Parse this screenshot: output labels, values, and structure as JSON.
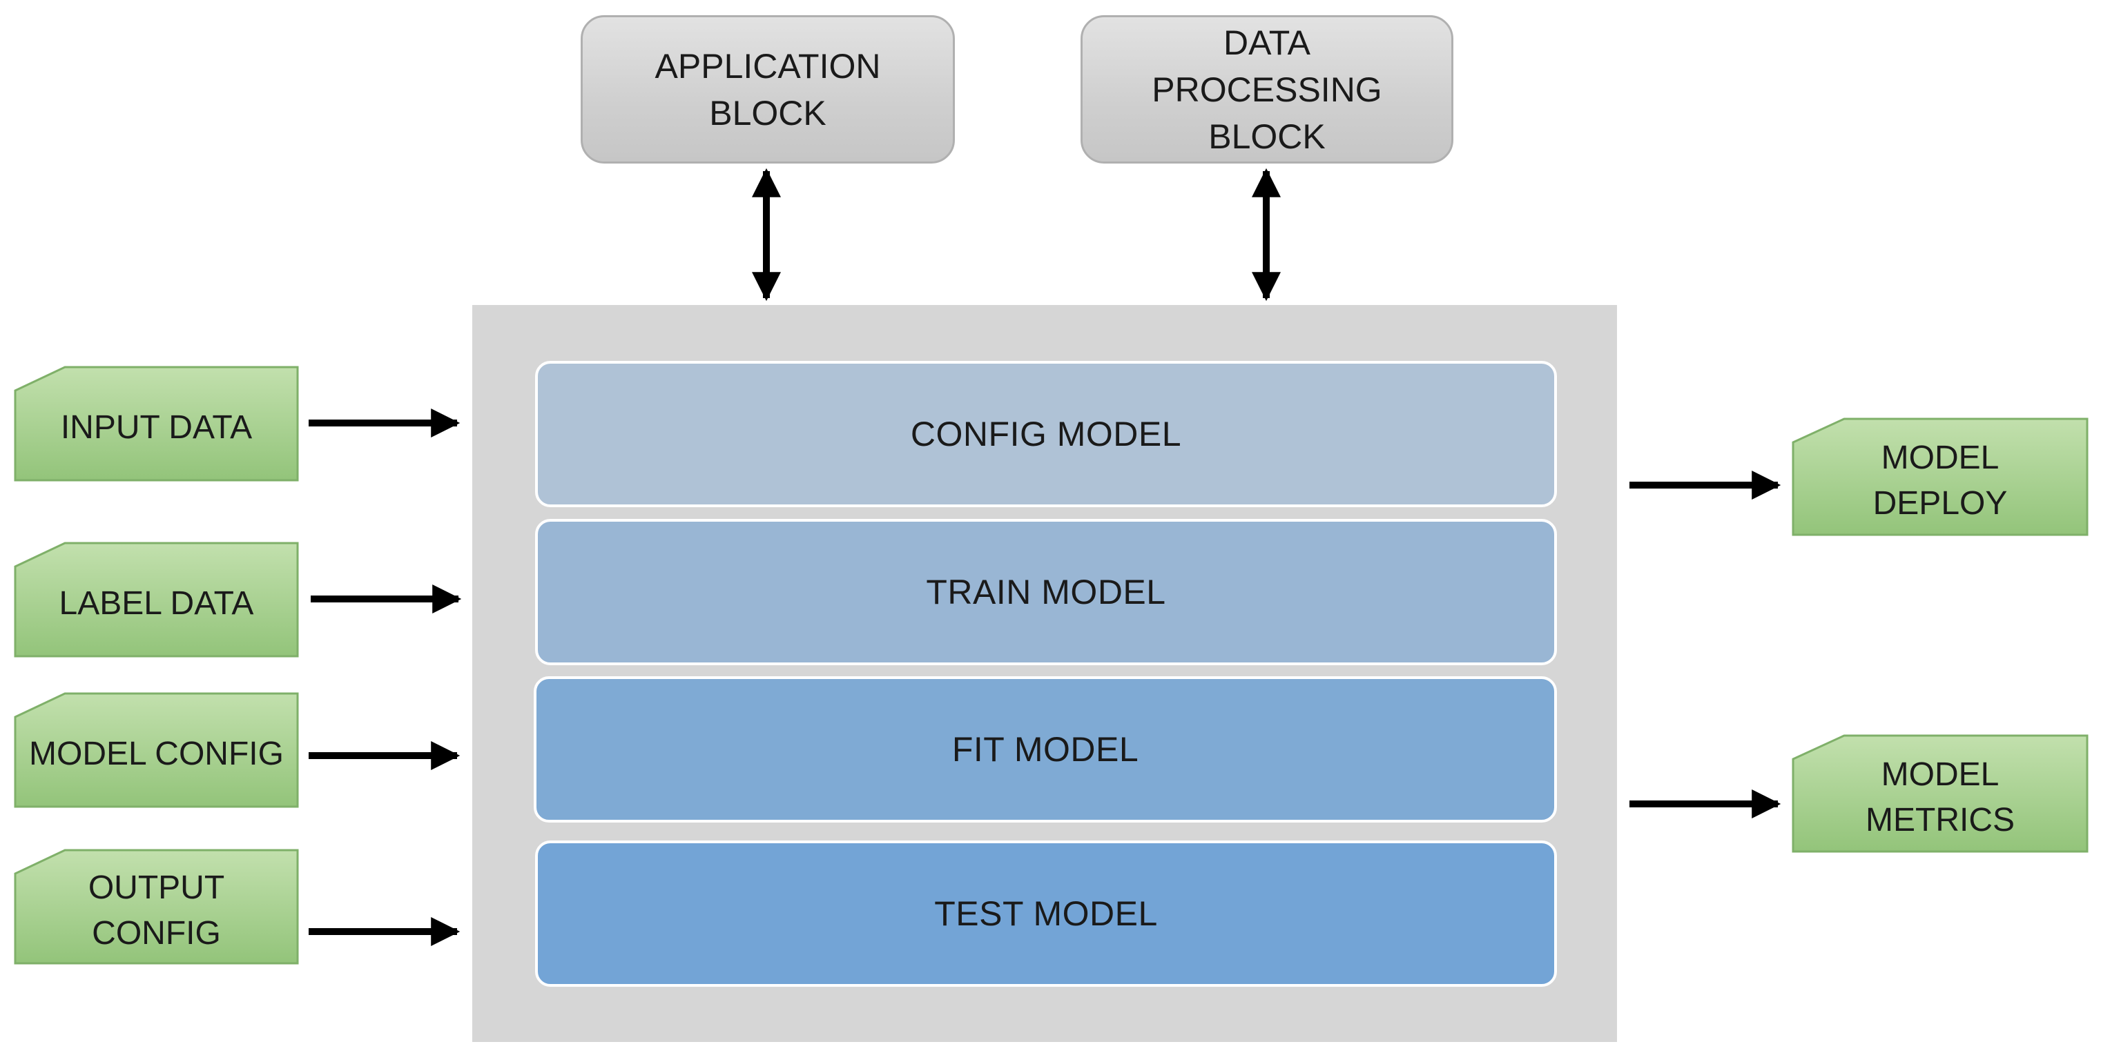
{
  "top_blocks": {
    "application": {
      "lines": [
        "APPLICATION",
        "BLOCK"
      ]
    },
    "data_processing": {
      "lines": [
        "DATA",
        "PROCESSING",
        "BLOCK"
      ]
    }
  },
  "engine": {
    "layers": [
      {
        "label": "CONFIG MODEL",
        "color": "#afc2d6"
      },
      {
        "label": "TRAIN MODEL",
        "color": "#99b6d4"
      },
      {
        "label": "FIT MODEL",
        "color": "#7faad4"
      },
      {
        "label": "TEST MODEL",
        "color": "#73a4d6"
      }
    ]
  },
  "inputs": [
    {
      "lines": [
        "INPUT DATA"
      ]
    },
    {
      "lines": [
        "LABEL DATA"
      ]
    },
    {
      "lines": [
        "MODEL CONFIG"
      ]
    },
    {
      "lines": [
        "OUTPUT",
        "CONFIG"
      ]
    }
  ],
  "outputs": [
    {
      "lines": [
        "MODEL",
        "DEPLOY"
      ]
    },
    {
      "lines": [
        "MODEL",
        "METRICS"
      ]
    }
  ],
  "colors": {
    "doc_fill_top": "#c2e0ad",
    "doc_fill_bottom": "#93c47a",
    "doc_border": "#7fb069",
    "engine_bg": "#d6d6d6",
    "arrow": "#000000"
  }
}
